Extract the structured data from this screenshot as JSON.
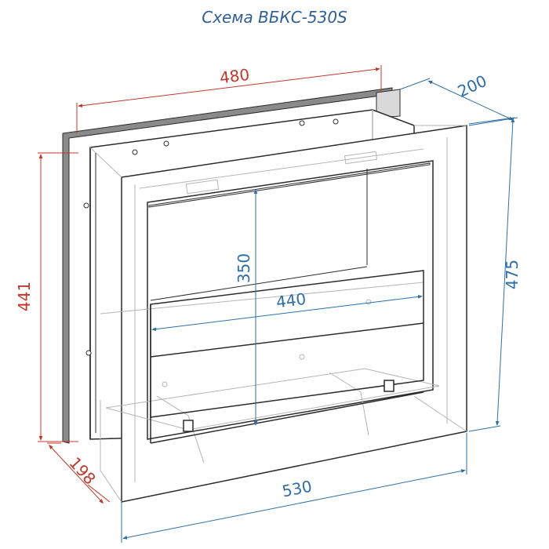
{
  "title": "Схема ВБКС-530S",
  "dimensions": {
    "top_width": "480",
    "depth_top": "200",
    "left_height": "441",
    "right_height": "475",
    "inner_height": "350",
    "inner_width": "440",
    "depth_bottom": "198",
    "bottom_width": "530"
  },
  "colors": {
    "red_dimension": "#c0392b",
    "blue_dimension": "#2f6fa6",
    "title": "#2f5f94",
    "outline": "#2b2b2b",
    "hidden_line": "#b5b5b5"
  }
}
